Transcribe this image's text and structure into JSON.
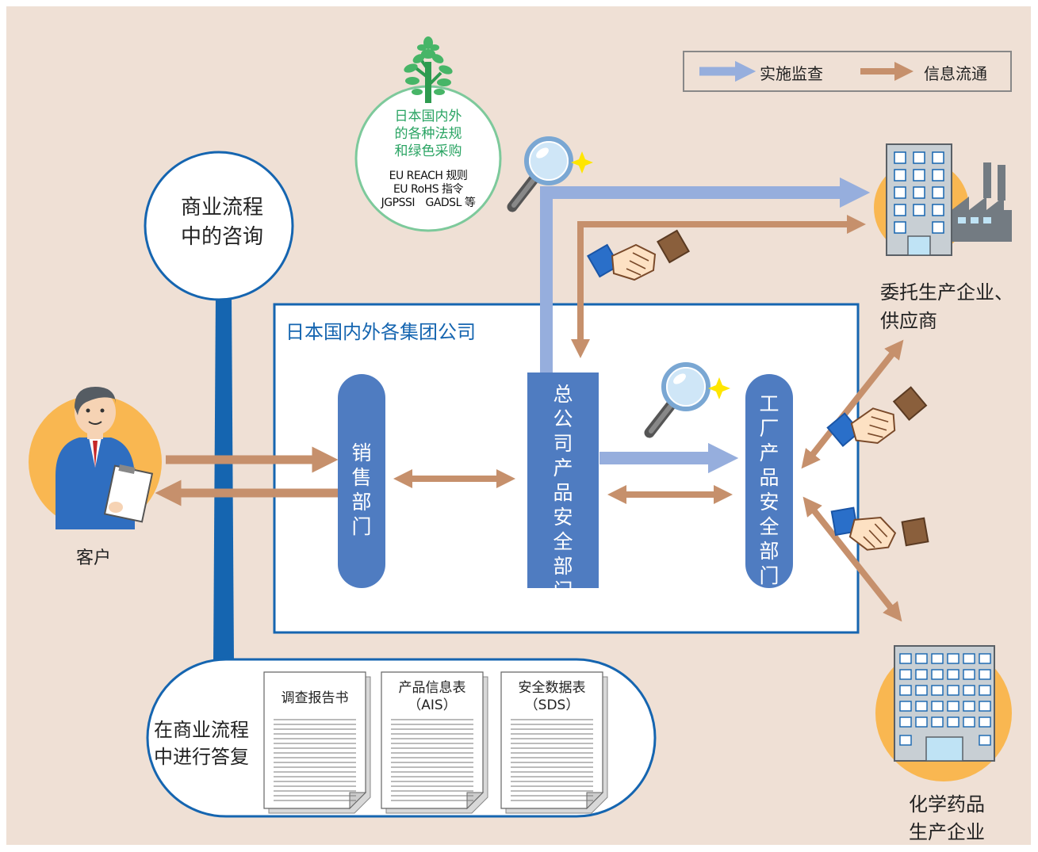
{
  "legend": {
    "audit_label": "实施监查",
    "info_label": "信息流通"
  },
  "consult_circle": {
    "line1": "商业流程",
    "line2": "中的咨询"
  },
  "regulation_circle": {
    "title_lines": [
      "日本国内外",
      "的各种法规",
      "和绿色采购"
    ],
    "reg_line1": "EU REACH 规则",
    "reg_line2": "EU RoHS 指令",
    "reg_line3": "JGPSSI　GADSL 等"
  },
  "group_box": {
    "title": "日本国内外各集团公司"
  },
  "departments": {
    "sales": "销售部门",
    "hq_safety": "总公司产品安全部门",
    "factory_safety": "工厂产品安全部门"
  },
  "customer": {
    "label": "客户"
  },
  "supplier": {
    "line1": "委托生产企业、",
    "line2": "供应商"
  },
  "chem": {
    "line1": "化学药品",
    "line2": "生产企业"
  },
  "reply_box": {
    "line1": "在商业流程",
    "line2": "中进行答复"
  },
  "documents": {
    "survey": {
      "line1": "调查报告书",
      "line2": ""
    },
    "ais": {
      "line1": "产品信息表",
      "line2": "（AIS）"
    },
    "sds": {
      "line1": "安全数据表",
      "line2": "（SDS）"
    }
  },
  "colors": {
    "background": "#efe0d5",
    "dept_blue": "#4f7cc1",
    "dark_blue": "#1565b0",
    "audit_arrow": "#96aedd",
    "info_arrow": "#c6906c",
    "green": "#2aa463",
    "orange_circle": "#f9b751"
  },
  "icons": [
    "tree-icon",
    "magnifier-icon",
    "handshake-icon",
    "factory-icon",
    "office-building-icon",
    "businessman-icon",
    "document-icon"
  ]
}
